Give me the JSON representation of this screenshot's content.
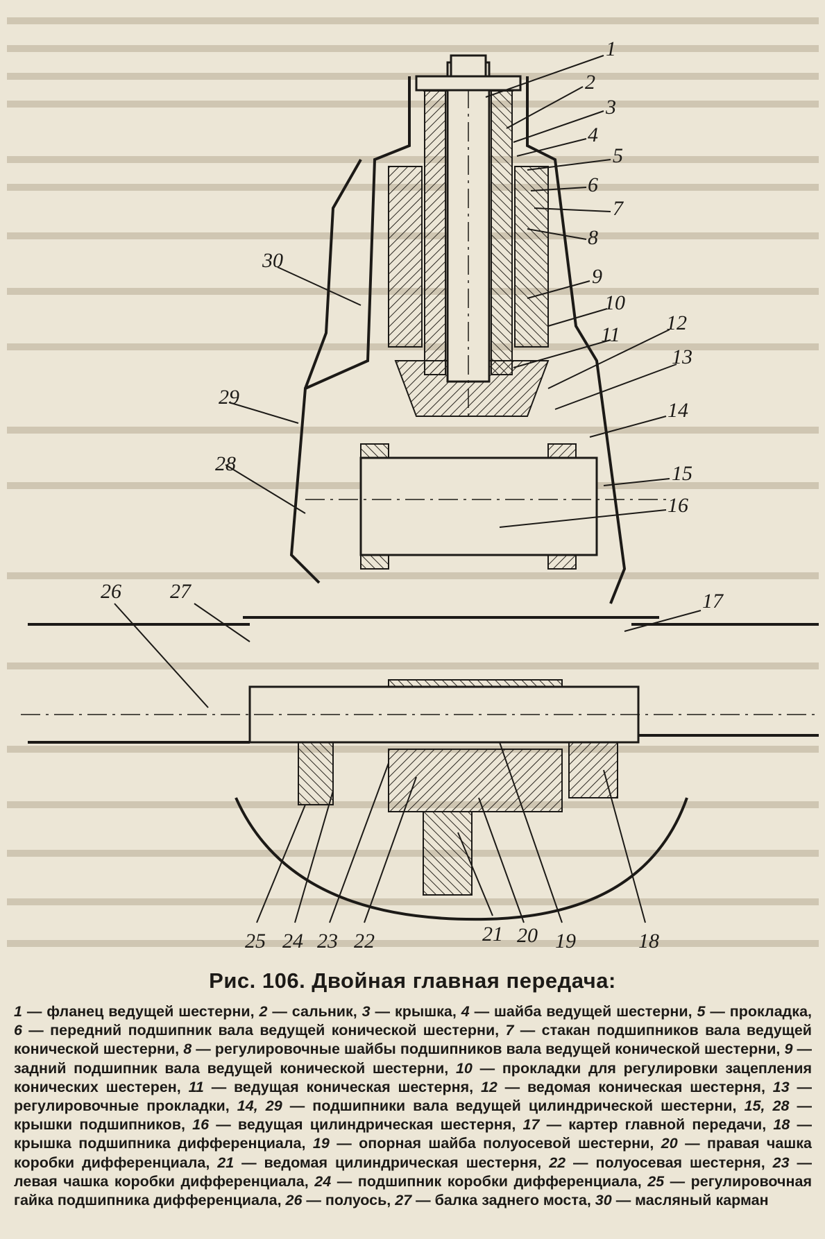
{
  "figure": {
    "callouts": [
      "1",
      "2",
      "3",
      "4",
      "5",
      "6",
      "7",
      "8",
      "9",
      "10",
      "11",
      "12",
      "13",
      "14",
      "15",
      "16",
      "17",
      "18",
      "19",
      "20",
      "21",
      "22",
      "23",
      "24",
      "25",
      "26",
      "27",
      "28",
      "29",
      "30"
    ]
  },
  "caption": {
    "title": "Рис. 106. Двойная главная передача:",
    "legend": [
      {
        "num": "1",
        "text": "фланец ведущей шестерни,"
      },
      {
        "num": "2",
        "text": "сальник,"
      },
      {
        "num": "3",
        "text": "крышка,"
      },
      {
        "num": "4",
        "text": "шайба ведущей шестерни,"
      },
      {
        "num": "5",
        "text": "прокладка,"
      },
      {
        "num": "6",
        "text": "передний подшипник вала ведущей конической шестерни,"
      },
      {
        "num": "7",
        "text": "стакан подшипников вала ведущей конической шестерни,"
      },
      {
        "num": "8",
        "text": "регулировочные шайбы подшипников вала ведущей конической шестерни,"
      },
      {
        "num": "9",
        "text": "задний подшипник вала ведущей конической шестерни,"
      },
      {
        "num": "10",
        "text": "прокладки для регулировки зацепления конических шестерен,"
      },
      {
        "num": "11",
        "text": "ведущая коническая шестерня,"
      },
      {
        "num": "12",
        "text": "ведомая коническая шестерня,"
      },
      {
        "num": "13",
        "text": "регулировочные прокладки,"
      },
      {
        "num": "14, 29",
        "text": "подшипники вала ведущей цилиндрической шестерни,"
      },
      {
        "num": "15, 28",
        "text": "крышки подшипников,"
      },
      {
        "num": "16",
        "text": "ведущая цилиндрическая шестерня,"
      },
      {
        "num": "17",
        "text": "картер главной передачи,"
      },
      {
        "num": "18",
        "text": "крышка подшипника дифференциала,"
      },
      {
        "num": "19",
        "text": "опорная шайба полуосевой шестерни,"
      },
      {
        "num": "20",
        "text": "правая чашка коробки дифференциала,"
      },
      {
        "num": "21",
        "text": "ведомая цилиндрическая шестерня,"
      },
      {
        "num": "22",
        "text": "полуосевая шестерня,"
      },
      {
        "num": "23",
        "text": "левая чашка коробки дифференциала,"
      },
      {
        "num": "24",
        "text": "подшипник коробки дифференциала,"
      },
      {
        "num": "25",
        "text": "регулировочная гайка подшипника дифференциала,"
      },
      {
        "num": "26",
        "text": "полуось,"
      },
      {
        "num": "27",
        "text": "балка заднего моста,"
      },
      {
        "num": "30",
        "text": "масляный карман"
      }
    ]
  }
}
